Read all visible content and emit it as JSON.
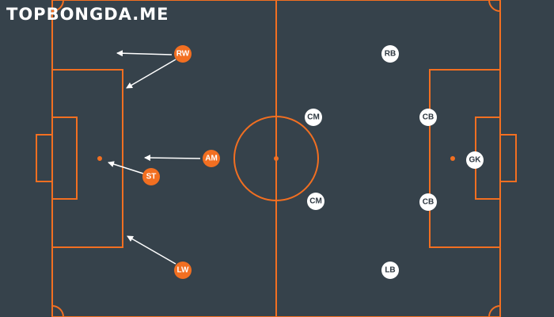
{
  "watermark": "TOPBONGDA.ME",
  "colors": {
    "background": "#36424b",
    "lines": "#f26f21",
    "attack": "#f26f21",
    "attack_text": "#ffffff",
    "defense": "#ffffff",
    "defense_text": "#2d3740",
    "arrow": "#ffffff"
  },
  "attacking_team": [
    "RW",
    "AM",
    "ST",
    "LW"
  ],
  "defending_team": [
    "RB",
    "CM",
    "CB",
    "GK",
    "CM",
    "CB",
    "LB"
  ]
}
